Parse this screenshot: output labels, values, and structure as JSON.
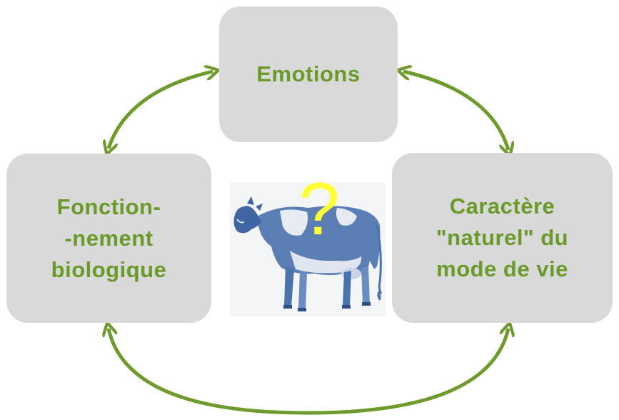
{
  "nodes": {
    "emotions": [
      "Emotions"
    ],
    "bio": [
      "Fonction-",
      "-nement",
      "biologique"
    ],
    "nature": [
      "Caractère",
      "\"naturel\" du",
      "mode de vie"
    ]
  },
  "center": {
    "mark": "?"
  },
  "colors": {
    "box_fill": "#d9d9d9",
    "text": "#6a9a2a",
    "arrow": "#6f9b2e",
    "question": "#ffff33",
    "cow": "#4a72ad"
  },
  "icons": {
    "center_image": "cow-icon",
    "connectors": "double-headed-arrow"
  }
}
